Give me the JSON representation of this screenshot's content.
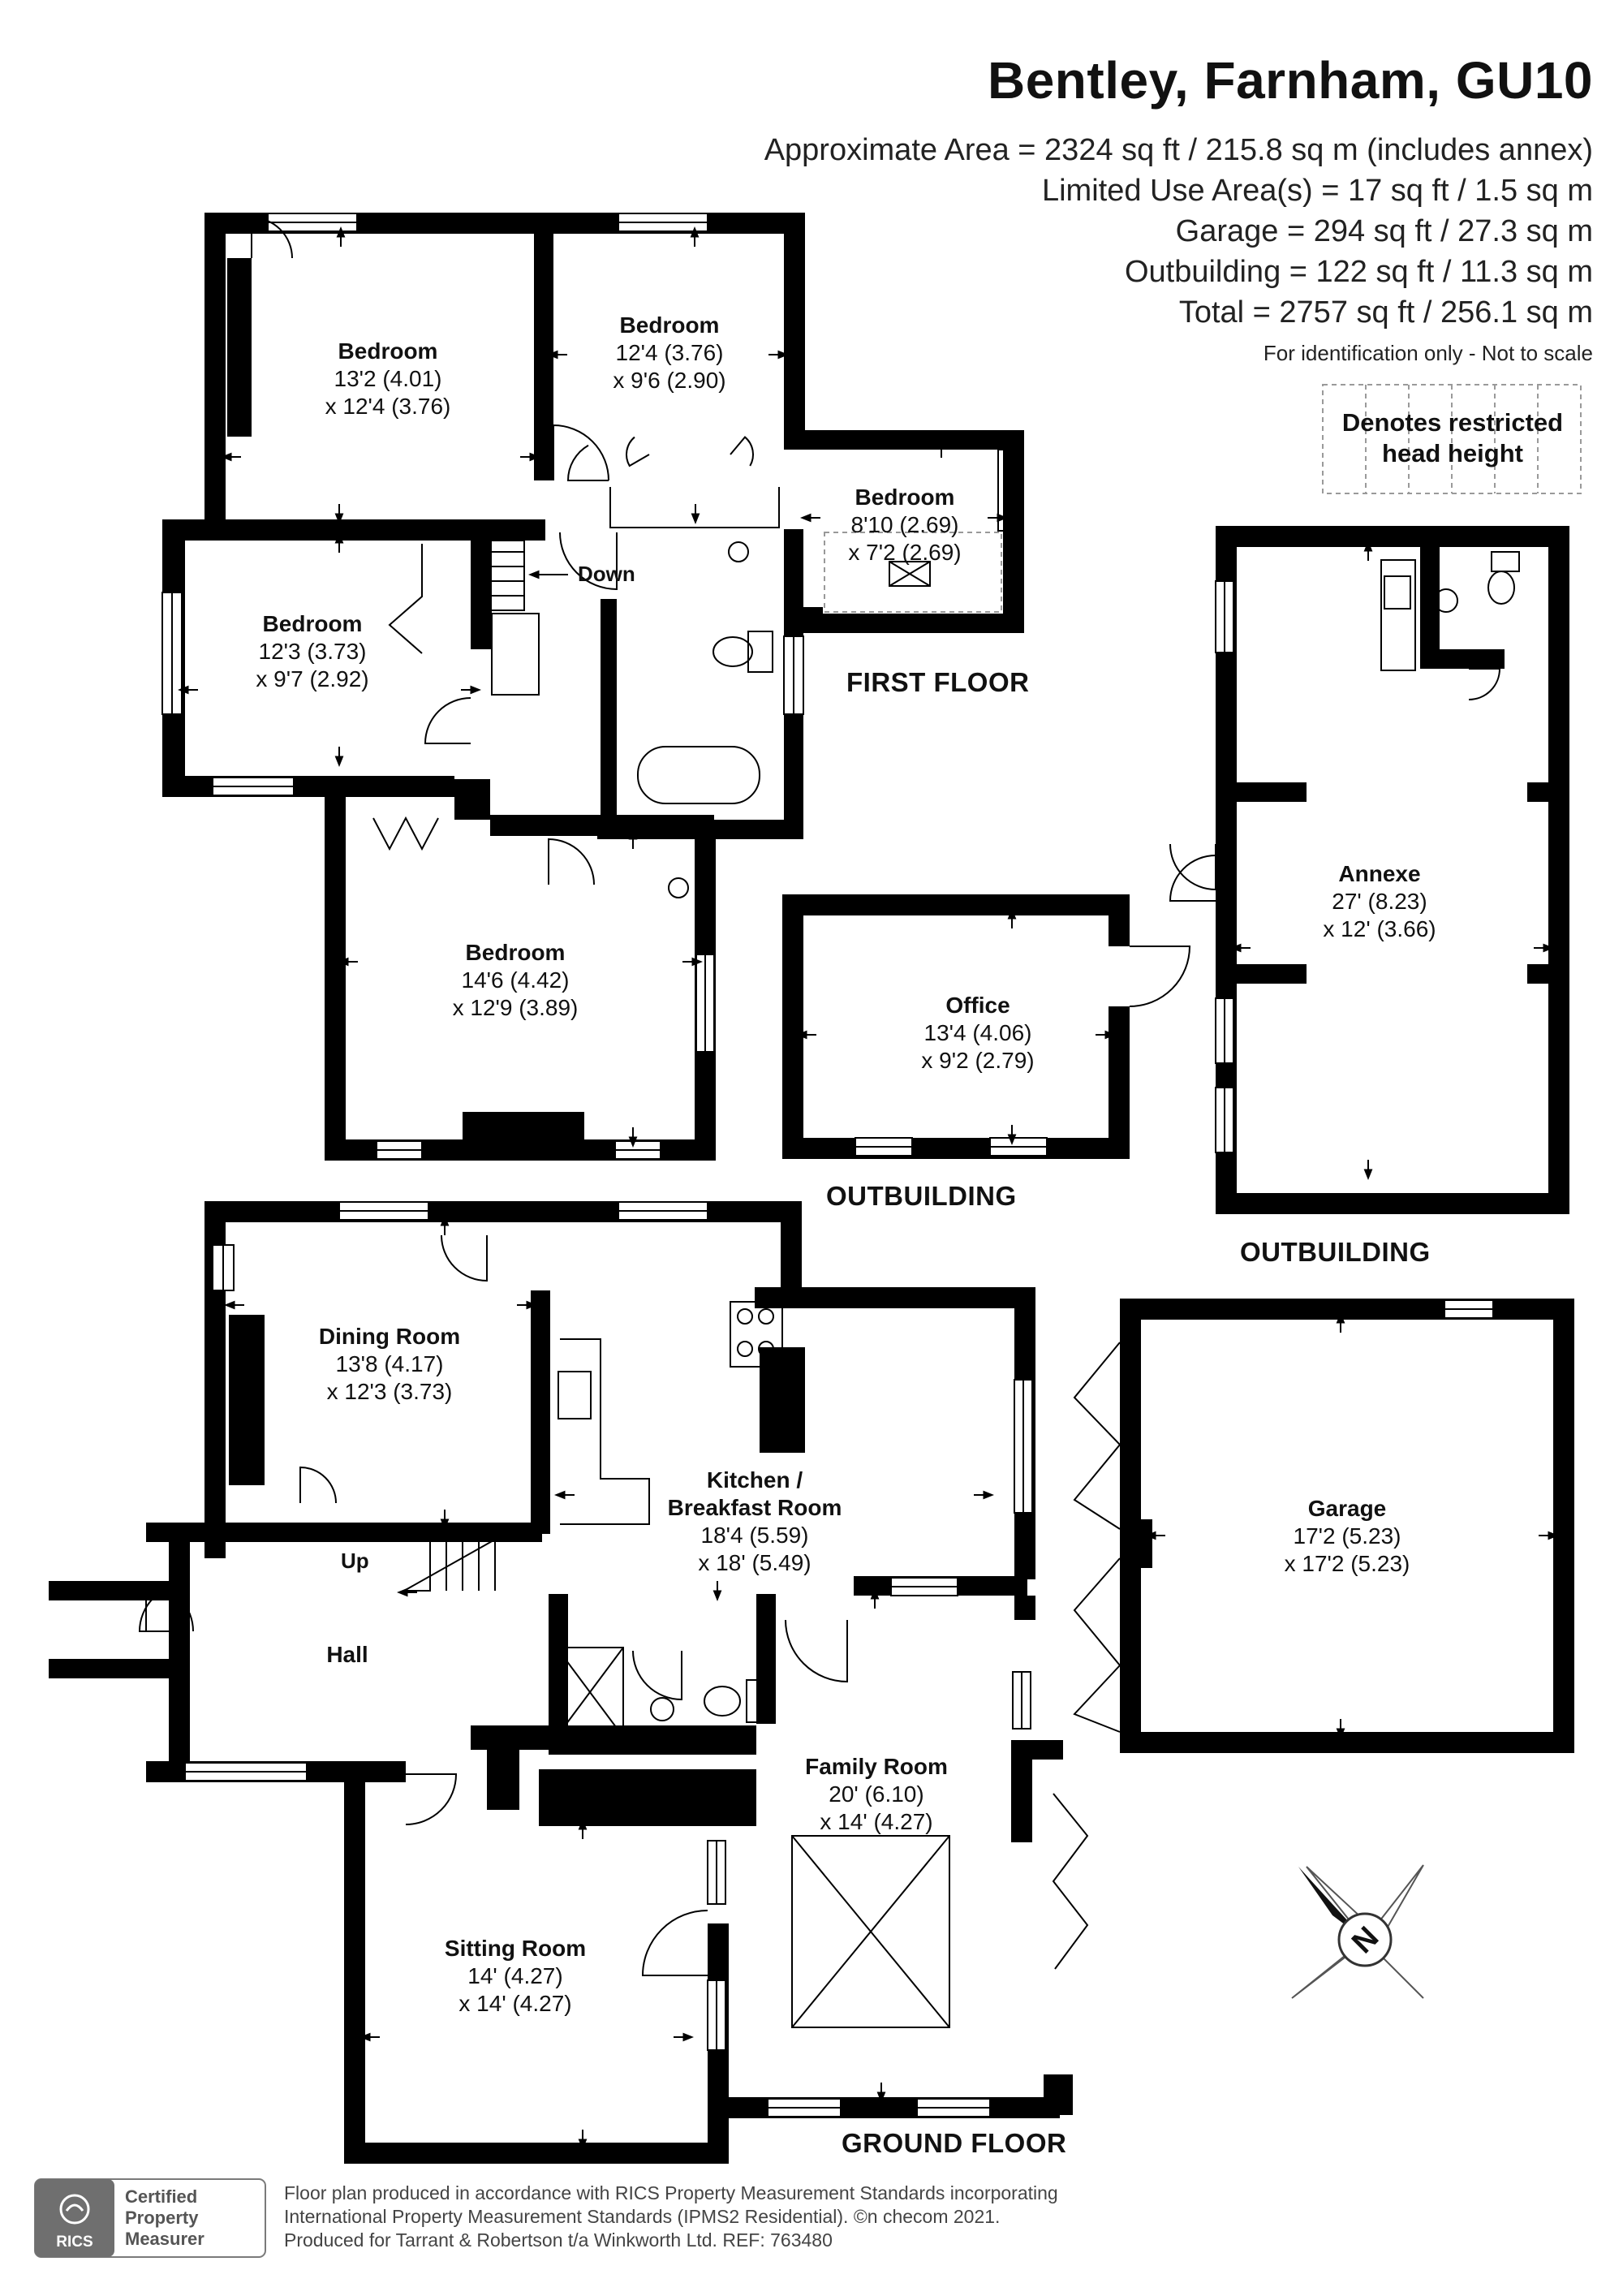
{
  "header": {
    "title": "Bentley, Farnham, GU10",
    "areas": [
      "Approximate Area = 2324 sq ft / 215.8 sq m (includes annex)",
      "Limited Use Area(s) = 17 sq ft / 1.5 sq m",
      "Garage = 294 sq ft / 27.3 sq m",
      "Outbuilding = 122 sq ft / 11.3 sq m",
      "Total = 2757 sq ft / 256.1 sq m"
    ],
    "identification": "For identification only - Not to scale"
  },
  "legend": {
    "restricted_line1": "Denotes restricted",
    "restricted_line2": "head height"
  },
  "floors": {
    "first": "FIRST FLOOR",
    "ground": "GROUND FLOOR",
    "outbuilding_office": "OUTBUILDING",
    "outbuilding_annexe": "OUTBUILDING"
  },
  "rooms": {
    "bedroom1": {
      "name": "Bedroom",
      "dim1": "13'2 (4.01)",
      "dim2": "x 12'4 (3.76)"
    },
    "bedroom2": {
      "name": "Bedroom",
      "dim1": "12'4 (3.76)",
      "dim2": "x 9'6 (2.90)"
    },
    "bedroom3": {
      "name": "Bedroom",
      "dim1": "8'10 (2.69)",
      "dim2": "x 7'2 (2.69)"
    },
    "bedroom4": {
      "name": "Bedroom",
      "dim1": "12'3 (3.73)",
      "dim2": "x 9'7 (2.92)"
    },
    "bedroom5": {
      "name": "Bedroom",
      "dim1": "14'6 (4.42)",
      "dim2": "x 12'9 (3.89)"
    },
    "office": {
      "name": "Office",
      "dim1": "13'4 (4.06)",
      "dim2": "x 9'2 (2.79)"
    },
    "annexe": {
      "name": "Annexe",
      "dim1": "27' (8.23)",
      "dim2": "x 12' (3.66)"
    },
    "dining": {
      "name": "Dining Room",
      "dim1": "13'8 (4.17)",
      "dim2": "x 12'3 (3.73)"
    },
    "kitchen": {
      "name": "Kitchen /",
      "name2": "Breakfast Room",
      "dim1": "18'4 (5.59)",
      "dim2": "x 18' (5.49)"
    },
    "garage": {
      "name": "Garage",
      "dim1": "17'2 (5.23)",
      "dim2": "x 17'2 (5.23)"
    },
    "hall": {
      "name": "Hall"
    },
    "family": {
      "name": "Family Room",
      "dim1": "20' (6.10)",
      "dim2": "x 14' (4.27)"
    },
    "sitting": {
      "name": "Sitting Room",
      "dim1": "14' (4.27)",
      "dim2": "x 14' (4.27)"
    }
  },
  "stairs": {
    "down": "Down",
    "up": "Up"
  },
  "compass": {
    "letter": "N"
  },
  "badge": {
    "org": "RICS",
    "line1": "Certified",
    "line2": "Property",
    "line3": "Measurer"
  },
  "footer": {
    "line1": "Floor plan produced in accordance with RICS Property Measurement Standards incorporating",
    "line2": "International Property Measurement Standards (IPMS2 Residential).  ©n checom 2021.",
    "line3": "Produced for Tarrant & Robertson t/a Winkworth Ltd.   REF:  763480"
  }
}
